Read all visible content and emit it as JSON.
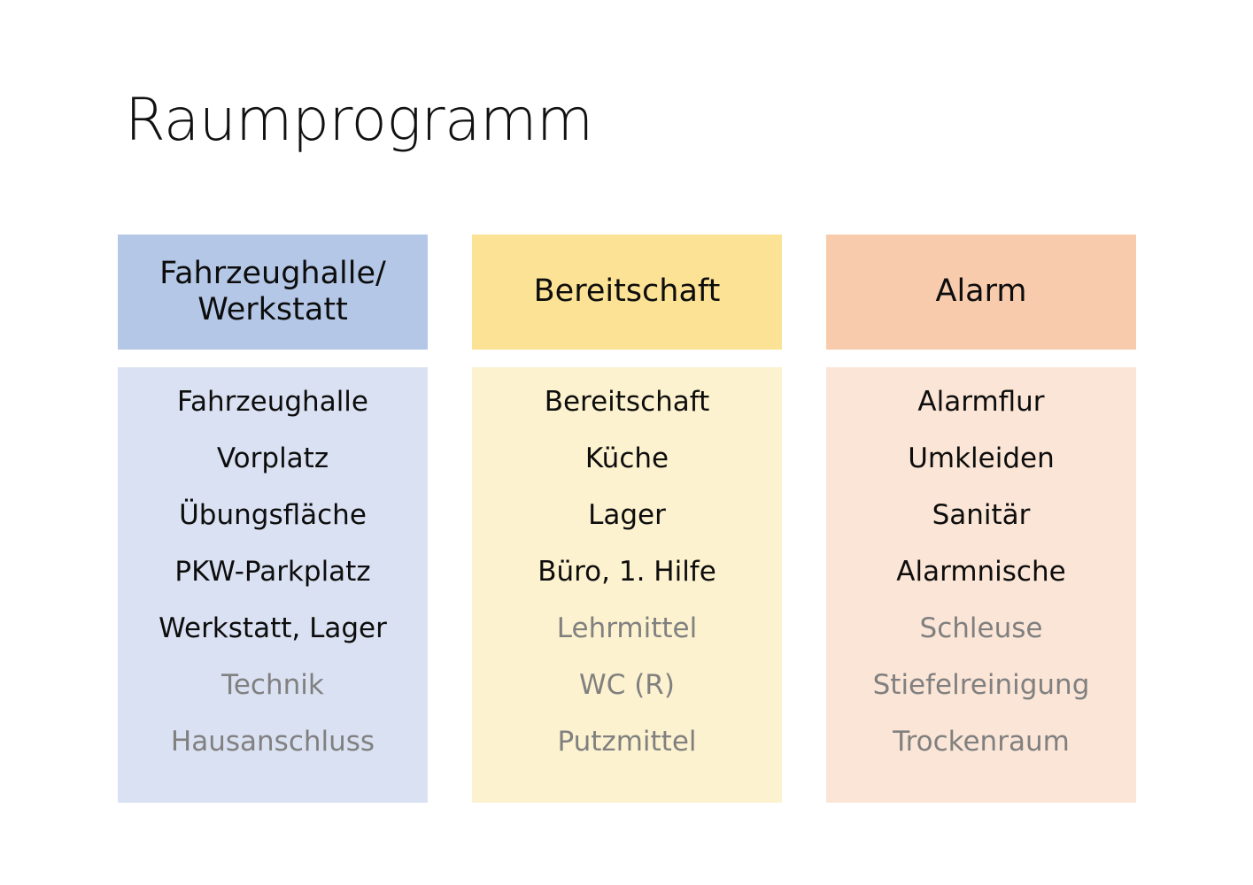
{
  "slide": {
    "title": "Raumprogramm",
    "background_color": "#ffffff"
  },
  "columns": [
    {
      "id": "fahrzeughalle-werkstatt",
      "header_label": "Fahrzeughalle/\nWerkstatt",
      "header_color": "#b4c7e7",
      "body_color": "#dae1f2",
      "items": [
        {
          "label": "Fahrzeughalle",
          "optional": false
        },
        {
          "label": "Vorplatz",
          "optional": false
        },
        {
          "label": "Übungsfläche",
          "optional": false
        },
        {
          "label": "PKW-Parkplatz",
          "optional": false
        },
        {
          "label": "Werkstatt, Lager",
          "optional": false
        },
        {
          "label": "Technik",
          "optional": true
        },
        {
          "label": "Hausanschluss",
          "optional": true
        }
      ]
    },
    {
      "id": "bereitschaft",
      "header_label": "Bereitschaft",
      "header_color": "#fbe294",
      "body_color": "#fdf2cf",
      "items": [
        {
          "label": "Bereitschaft",
          "optional": false
        },
        {
          "label": "Küche",
          "optional": false
        },
        {
          "label": "Lager",
          "optional": false
        },
        {
          "label": "Büro, 1. Hilfe",
          "optional": false
        },
        {
          "label": "Lehrmittel",
          "optional": true
        },
        {
          "label": "WC (R)",
          "optional": true
        },
        {
          "label": "Putzmittel",
          "optional": true
        }
      ]
    },
    {
      "id": "alarm",
      "header_label": "Alarm",
      "header_color": "#f8cbad",
      "body_color": "#fbe5d6",
      "items": [
        {
          "label": "Alarmflur",
          "optional": false
        },
        {
          "label": "Umkleiden",
          "optional": false
        },
        {
          "label": "Sanitär",
          "optional": false
        },
        {
          "label": "Alarmnische",
          "optional": false
        },
        {
          "label": "Schleuse",
          "optional": true
        },
        {
          "label": "Stiefelreinigung",
          "optional": true
        },
        {
          "label": "Trockenraum",
          "optional": true
        }
      ]
    }
  ],
  "legend": {
    "optional_text_color": "#808080",
    "primary_text_color": "#0d0d0d"
  }
}
